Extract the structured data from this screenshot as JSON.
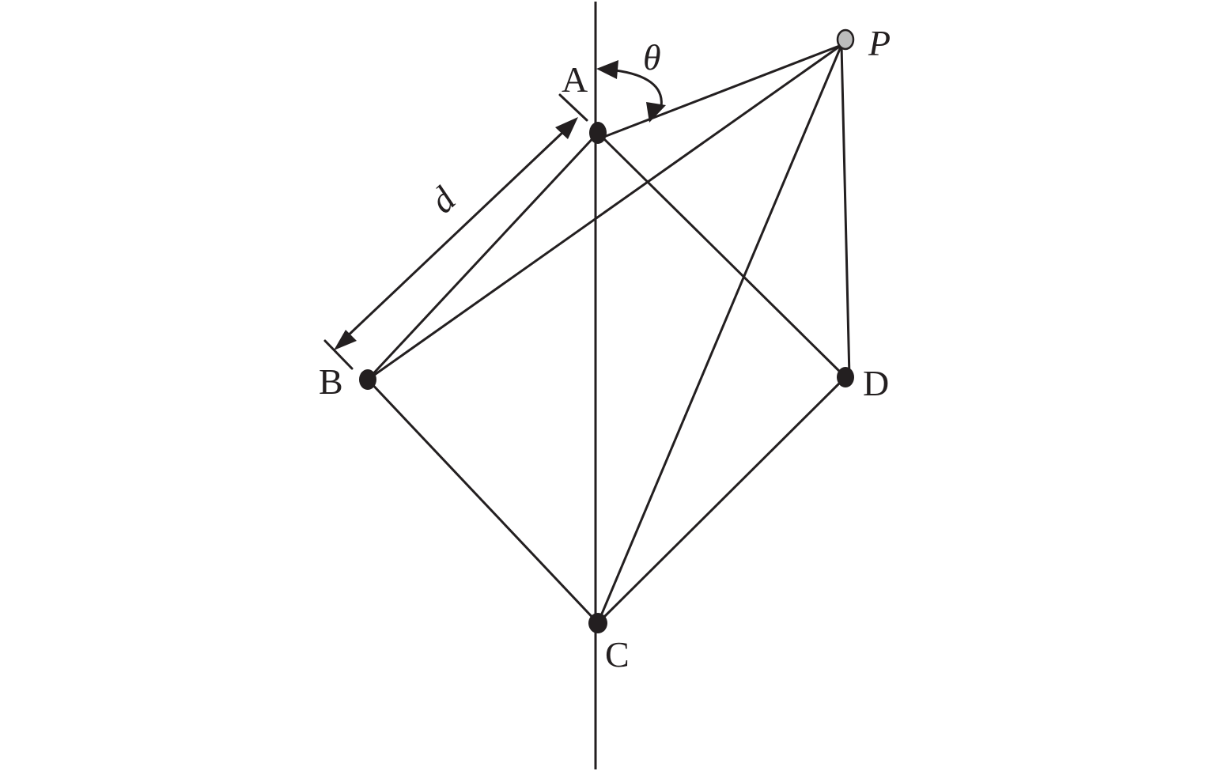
{
  "labels": {
    "A": "A",
    "B": "B",
    "C": "C",
    "D": "D",
    "P": "P",
    "theta": "θ",
    "d": "d"
  },
  "colors": {
    "ink": "#231f20",
    "observer_fill": "#bcbcbc"
  }
}
